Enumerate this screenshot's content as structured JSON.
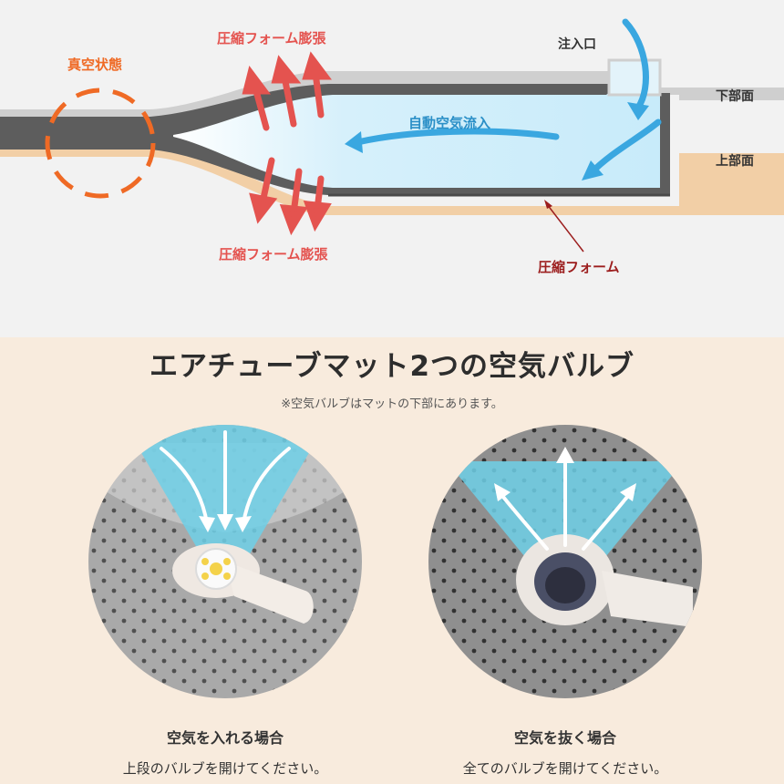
{
  "diagram": {
    "label_inlet": "注入口",
    "label_lower_side": "下部面",
    "label_upper_side": "上部面",
    "label_expand_top": "圧縮フォーム膨張",
    "label_expand_bottom": "圧縮フォーム膨張",
    "label_vacuum": "真空状態",
    "label_airflow": "自動空気流入",
    "label_foam": "圧縮フォーム",
    "colors": {
      "foam_red": "#e4534f",
      "vacuum_orange": "#ef6a25",
      "air_blue": "#3aa7e0",
      "upper_layer_tan": "#f2cfa6",
      "lower_layer_gray": "#bdbdbd",
      "core_gray": "#5a5a5a"
    }
  },
  "section": {
    "title": "エアチューブマット2つの空気バルブ",
    "note": "※空気バルブはマットの下部にあります。"
  },
  "valves": [
    {
      "heading": "空気を入れる場合",
      "text": "上段のバルブを開けてください。",
      "arrow_direction": "inward"
    },
    {
      "heading": "空気を抜く場合",
      "text": "全てのバルブを開けてください。",
      "arrow_direction": "outward"
    }
  ]
}
